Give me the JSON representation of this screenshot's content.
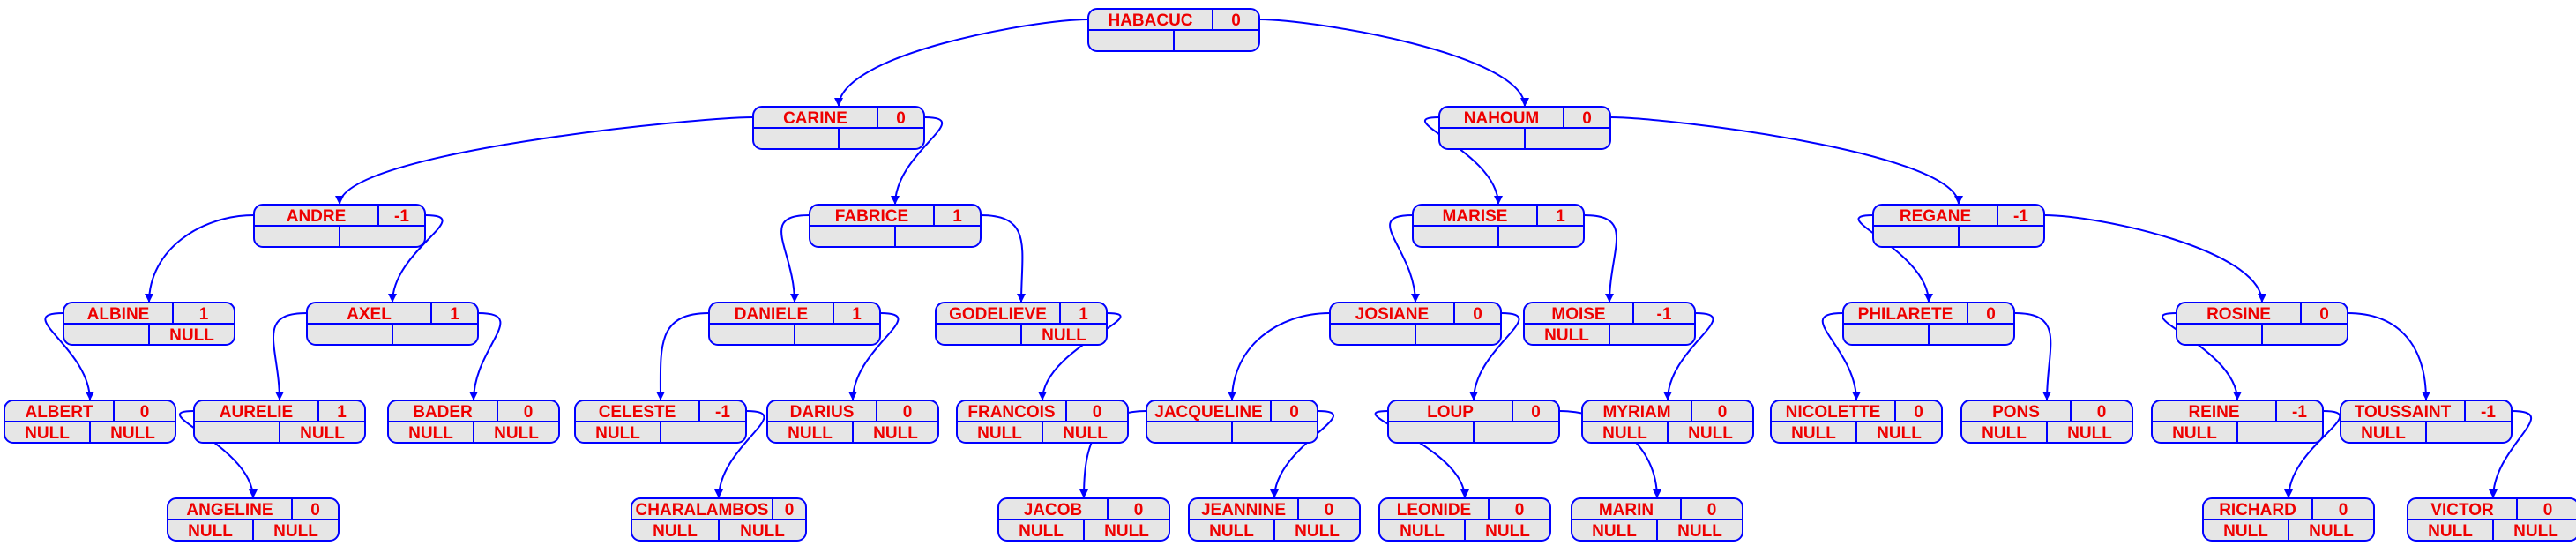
{
  "colors": {
    "node_fill": "#e6e6e6",
    "border": "#0000ff",
    "text": "#ee0000"
  },
  "nodes": [
    {
      "id": "HABACUC",
      "name": "HABACUC",
      "balance": "0",
      "left": "",
      "right": ""
    },
    {
      "id": "CARINE",
      "name": "CARINE",
      "balance": "0",
      "left": "",
      "right": ""
    },
    {
      "id": "NAHOUM",
      "name": "NAHOUM",
      "balance": "0",
      "left": "",
      "right": ""
    },
    {
      "id": "ANDRE",
      "name": "ANDRE",
      "balance": "-1",
      "left": "",
      "right": ""
    },
    {
      "id": "FABRICE",
      "name": "FABRICE",
      "balance": "1",
      "left": "",
      "right": ""
    },
    {
      "id": "MARISE",
      "name": "MARISE",
      "balance": "1",
      "left": "",
      "right": ""
    },
    {
      "id": "REGANE",
      "name": "REGANE",
      "balance": "-1",
      "left": "",
      "right": ""
    },
    {
      "id": "ALBINE",
      "name": "ALBINE",
      "balance": "1",
      "left": "",
      "right": "NULL"
    },
    {
      "id": "AXEL",
      "name": "AXEL",
      "balance": "1",
      "left": "",
      "right": ""
    },
    {
      "id": "DANIELE",
      "name": "DANIELE",
      "balance": "1",
      "left": "",
      "right": ""
    },
    {
      "id": "GODELIEVE",
      "name": "GODELIEVE",
      "balance": "1",
      "left": "",
      "right": "NULL"
    },
    {
      "id": "JOSIANE",
      "name": "JOSIANE",
      "balance": "0",
      "left": "",
      "right": ""
    },
    {
      "id": "MOISE",
      "name": "MOISE",
      "balance": "-1",
      "left": "NULL",
      "right": ""
    },
    {
      "id": "PHILARETE",
      "name": "PHILARETE",
      "balance": "0",
      "left": "",
      "right": ""
    },
    {
      "id": "ROSINE",
      "name": "ROSINE",
      "balance": "0",
      "left": "",
      "right": ""
    },
    {
      "id": "ALBERT",
      "name": "ALBERT",
      "balance": "0",
      "left": "NULL",
      "right": "NULL"
    },
    {
      "id": "AURELIE",
      "name": "AURELIE",
      "balance": "1",
      "left": "",
      "right": "NULL"
    },
    {
      "id": "BADER",
      "name": "BADER",
      "balance": "0",
      "left": "NULL",
      "right": "NULL"
    },
    {
      "id": "CELESTE",
      "name": "CELESTE",
      "balance": "-1",
      "left": "NULL",
      "right": ""
    },
    {
      "id": "DARIUS",
      "name": "DARIUS",
      "balance": "0",
      "left": "NULL",
      "right": "NULL"
    },
    {
      "id": "FRANCOIS",
      "name": "FRANCOIS",
      "balance": "0",
      "left": "NULL",
      "right": "NULL"
    },
    {
      "id": "JACQUELINE",
      "name": "JACQUELINE",
      "balance": "0",
      "left": "",
      "right": ""
    },
    {
      "id": "LOUP",
      "name": "LOUP",
      "balance": "0",
      "left": "",
      "right": ""
    },
    {
      "id": "MYRIAM",
      "name": "MYRIAM",
      "balance": "0",
      "left": "NULL",
      "right": "NULL"
    },
    {
      "id": "NICOLETTE",
      "name": "NICOLETTE",
      "balance": "0",
      "left": "NULL",
      "right": "NULL"
    },
    {
      "id": "PONS",
      "name": "PONS",
      "balance": "0",
      "left": "NULL",
      "right": "NULL"
    },
    {
      "id": "REINE",
      "name": "REINE",
      "balance": "-1",
      "left": "NULL",
      "right": ""
    },
    {
      "id": "TOUSSAINT",
      "name": "TOUSSAINT",
      "balance": "-1",
      "left": "NULL",
      "right": ""
    },
    {
      "id": "ANGELINE",
      "name": "ANGELINE",
      "balance": "0",
      "left": "NULL",
      "right": "NULL"
    },
    {
      "id": "CHARALAMBOS",
      "name": "CHARALAMBOS",
      "balance": "0",
      "left": "NULL",
      "right": "NULL"
    },
    {
      "id": "JACOB",
      "name": "JACOB",
      "balance": "0",
      "left": "NULL",
      "right": "NULL"
    },
    {
      "id": "JEANNINE",
      "name": "JEANNINE",
      "balance": "0",
      "left": "NULL",
      "right": "NULL"
    },
    {
      "id": "LEONIDE",
      "name": "LEONIDE",
      "balance": "0",
      "left": "NULL",
      "right": "NULL"
    },
    {
      "id": "MARIN",
      "name": "MARIN",
      "balance": "0",
      "left": "NULL",
      "right": "NULL"
    },
    {
      "id": "RICHARD",
      "name": "RICHARD",
      "balance": "0",
      "left": "NULL",
      "right": "NULL"
    },
    {
      "id": "VICTOR",
      "name": "VICTOR",
      "balance": "0",
      "left": "NULL",
      "right": "NULL"
    }
  ],
  "edges": [
    {
      "from": "HABACUC",
      "to": "CARINE"
    },
    {
      "from": "HABACUC",
      "to": "NAHOUM"
    },
    {
      "from": "CARINE",
      "to": "ANDRE"
    },
    {
      "from": "CARINE",
      "to": "FABRICE"
    },
    {
      "from": "NAHOUM",
      "to": "MARISE"
    },
    {
      "from": "NAHOUM",
      "to": "REGANE"
    },
    {
      "from": "ANDRE",
      "to": "ALBINE"
    },
    {
      "from": "ANDRE",
      "to": "AXEL"
    },
    {
      "from": "FABRICE",
      "to": "DANIELE"
    },
    {
      "from": "FABRICE",
      "to": "GODELIEVE"
    },
    {
      "from": "MARISE",
      "to": "JOSIANE"
    },
    {
      "from": "MARISE",
      "to": "MOISE"
    },
    {
      "from": "REGANE",
      "to": "PHILARETE"
    },
    {
      "from": "REGANE",
      "to": "ROSINE"
    },
    {
      "from": "ALBINE",
      "to": "ALBERT"
    },
    {
      "from": "AXEL",
      "to": "AURELIE"
    },
    {
      "from": "AXEL",
      "to": "BADER"
    },
    {
      "from": "DANIELE",
      "to": "CELESTE"
    },
    {
      "from": "DANIELE",
      "to": "DARIUS"
    },
    {
      "from": "GODELIEVE",
      "to": "FRANCOIS"
    },
    {
      "from": "JOSIANE",
      "to": "JACQUELINE"
    },
    {
      "from": "JOSIANE",
      "to": "LOUP"
    },
    {
      "from": "MOISE",
      "to": "MYRIAM"
    },
    {
      "from": "PHILARETE",
      "to": "NICOLETTE"
    },
    {
      "from": "PHILARETE",
      "to": "PONS"
    },
    {
      "from": "ROSINE",
      "to": "REINE"
    },
    {
      "from": "ROSINE",
      "to": "TOUSSAINT"
    },
    {
      "from": "AURELIE",
      "to": "ANGELINE"
    },
    {
      "from": "CELESTE",
      "to": "CHARALAMBOS"
    },
    {
      "from": "JACQUELINE",
      "to": "JACOB"
    },
    {
      "from": "JACQUELINE",
      "to": "JEANNINE"
    },
    {
      "from": "LOUP",
      "to": "LEONIDE"
    },
    {
      "from": "LOUP",
      "to": "MARIN"
    },
    {
      "from": "REINE",
      "to": "RICHARD"
    },
    {
      "from": "TOUSSAINT",
      "to": "VICTOR"
    }
  ]
}
